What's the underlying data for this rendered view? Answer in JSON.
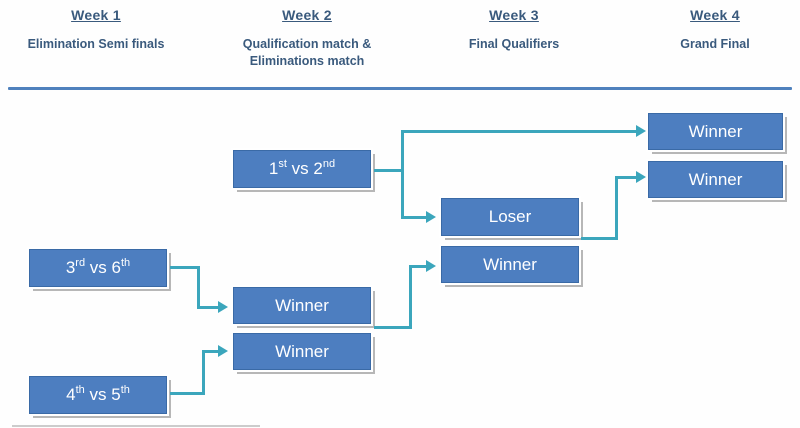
{
  "colors": {
    "box_fill": "#4d7ec0",
    "box_border": "#3a6aa6",
    "box_shadow": "#b7b7b7",
    "box_text": "#ffffff",
    "connector": "#3ba6bc",
    "header_text": "#3a5a7d",
    "divider": "#4f81bd"
  },
  "header": {
    "columns": [
      {
        "title": "Week 1",
        "subtitle": "Elimination Semi finals"
      },
      {
        "title": "Week 2",
        "subtitle": "Qualification match &\nEliminations match"
      },
      {
        "title": "Week 3",
        "subtitle": "Final Qualifiers"
      },
      {
        "title": "Week 4",
        "subtitle": "Grand Final"
      }
    ]
  },
  "bracket": {
    "match_1v2": {
      "t1": "1",
      "s1": "st",
      "t2": " vs 2",
      "s2": "nd"
    },
    "match_3v6": {
      "t1": "3",
      "s1": "rd",
      "t2": " vs 6",
      "s2": "th"
    },
    "match_4v5": {
      "t1": "4",
      "s1": "th",
      "t2": " vs 5",
      "s2": "th"
    },
    "w2_winner_top": {
      "label": "Winner"
    },
    "w2_winner_bottom": {
      "label": "Winner"
    },
    "loser": {
      "label": "Loser"
    },
    "w3_winner": {
      "label": "Winner"
    },
    "w4_winner_top": {
      "label": "Winner"
    },
    "w4_winner_bottom": {
      "label": "Winner"
    }
  }
}
